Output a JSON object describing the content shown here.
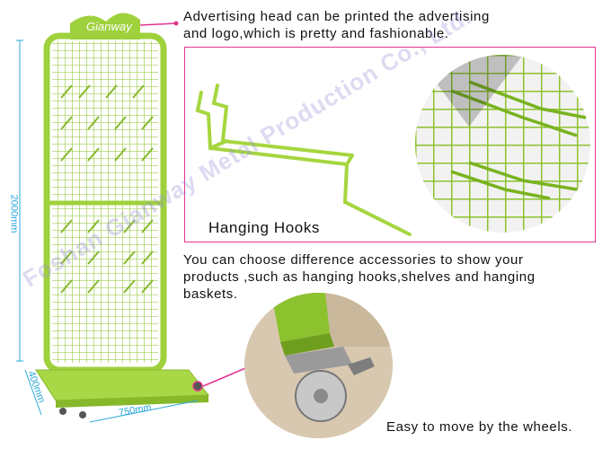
{
  "brand": {
    "logo_text": "Gianway"
  },
  "captions": {
    "advertising_line1": "Advertising head can be printed the advertising",
    "advertising_line2": "and logo,which is pretty and fashionable.",
    "hooks_label": "Hanging Hooks",
    "accessories_line1": "You can choose difference accessories to show your",
    "accessories_line2": "products ,such as hanging hooks,shelves and hanging",
    "accessories_line3": "baskets.",
    "wheels": "Easy to move by the wheels."
  },
  "dimensions": {
    "height": "2000mm",
    "depth": "400mm",
    "width": "750mm"
  },
  "watermark": "Foshan Gianway Metal Production Co., Ltd.",
  "colors": {
    "product_green": "#9ed13c",
    "accent_pink": "#e0358f",
    "dimension_blue": "#2aa8d8"
  }
}
